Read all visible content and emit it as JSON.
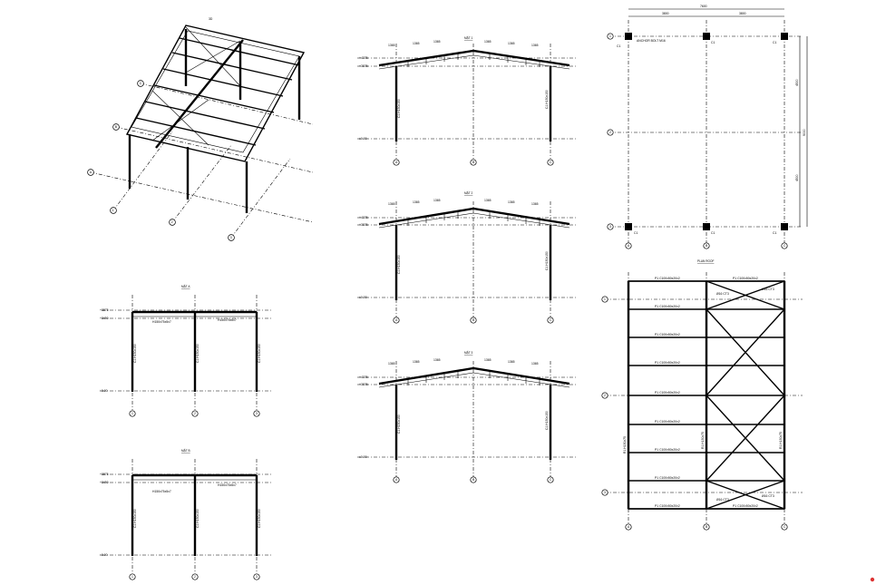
{
  "iso_view": {
    "title": "3D",
    "grid_labels": [
      "A",
      "B",
      "C",
      "1",
      "2",
      "3"
    ]
  },
  "section_a": {
    "title": "MẶT A",
    "elev_labels": [
      "+3875",
      "+3450",
      "±0.00"
    ],
    "grid_labels": [
      "1",
      "2",
      "3"
    ],
    "member_labels": [
      "H150x75x5x7",
      "H150x75x5x7"
    ],
    "column_labels": [
      "C1 H150x150",
      "C1 H150x150",
      "C1 H150x150"
    ]
  },
  "section_b": {
    "title": "MẶT B",
    "elev_labels": [
      "+3875",
      "+3450",
      "±0.00"
    ],
    "grid_labels": [
      "1",
      "2",
      "3"
    ],
    "member_labels": [
      "H150x75x5x7",
      "H150x75x5x7"
    ],
    "column_labels": [
      "C1 H150x150",
      "C1 H150x150",
      "C1 H150x150"
    ]
  },
  "section_1": {
    "title": "MẶT 1",
    "elev_labels": [
      "+4375",
      "+3875",
      "±0.00"
    ],
    "grid_labels": [
      "A",
      "B",
      "C"
    ],
    "dims": [
      "1365",
      "1365",
      "1365",
      "1365",
      "1365",
      "1365"
    ],
    "column_labels": [
      "C1 H150x150",
      "C1 H150x150"
    ]
  },
  "section_2": {
    "title": "MẶT 2",
    "elev_labels": [
      "+4375",
      "+3875",
      "±0.00"
    ],
    "grid_labels": [
      "A",
      "B",
      "C"
    ],
    "dims": [
      "1365",
      "1365",
      "1365",
      "1365",
      "1365",
      "1365"
    ],
    "column_labels": [
      "C1 H150x150",
      "C1 H150x150"
    ]
  },
  "section_3": {
    "title": "MẶT 3",
    "elev_labels": [
      "+4375",
      "+3875",
      "±0.00"
    ],
    "grid_labels": [
      "A",
      "B",
      "C"
    ],
    "dims": [
      "1365",
      "1365",
      "1365",
      "1365",
      "1365",
      "1365"
    ],
    "column_labels": [
      "C1 H150x150",
      "C1 H150x150"
    ]
  },
  "column_plan": {
    "dims_top": [
      "7600",
      "3800",
      "3800"
    ],
    "dims_right": [
      "4500",
      "9000",
      "4500"
    ],
    "note": "ANCHOR BOLT M16",
    "grid_labels_x": [
      "A",
      "B",
      "C"
    ],
    "grid_labels_y": [
      "1",
      "2",
      "3"
    ],
    "col_tags": [
      "C1",
      "C1",
      "C1",
      "C1",
      "C1",
      "C1"
    ]
  },
  "roof_plan": {
    "title": "PLAN ROOF",
    "purlin_label": "P1 C100x50x20x2",
    "brace_label": "Ø16 CT3",
    "rafter_label": "R1 H150x75",
    "grid_labels_x": [
      "A",
      "B",
      "C"
    ],
    "grid_labels_y": [
      "1",
      "2",
      "3"
    ]
  },
  "colors": {
    "line": "#000000",
    "marker": "#dd3333",
    "background": "#ffffff"
  }
}
